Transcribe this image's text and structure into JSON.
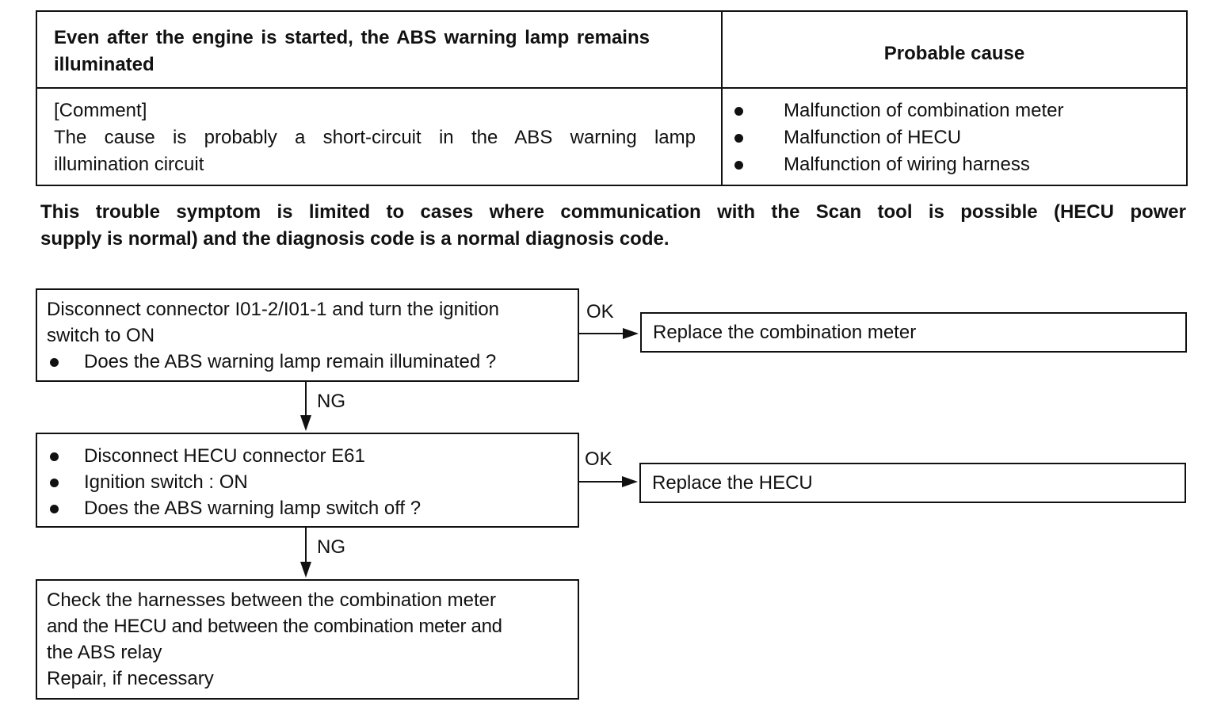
{
  "table": {
    "header_symptom": "Even after the engine is started, the ABS warning lamp remains illuminated",
    "header_cause": "Probable cause",
    "comment_label": "[Comment]",
    "comment_text_line1": "The cause is probably a short-circuit in the ABS warning lamp",
    "comment_text_line2": "illumination circuit",
    "causes": [
      "Malfunction of combination meter",
      "Malfunction of HECU",
      "Malfunction of wiring harness"
    ]
  },
  "note": {
    "line1": "This trouble symptom is limited to cases where communication with the Scan tool is possible (HECU power",
    "line2": "supply is normal) and the diagnosis code is a normal diagnosis code."
  },
  "flow": {
    "step1": {
      "line1": "Disconnect connector I01-2/I01-1 and turn the ignition",
      "line2": "switch to ON",
      "bullet": "Does the ABS warning lamp remain illuminated ?"
    },
    "step1_ok_label": "OK",
    "step1_ok_result": "Replace the combination meter",
    "step1_ng_label": "NG",
    "step2": {
      "bullets": [
        "Disconnect HECU connector E61",
        "Ignition switch : ON",
        "Does the ABS warning lamp switch off ?"
      ]
    },
    "step2_ok_label": "OK",
    "step2_ok_result": "Replace the HECU",
    "step2_ng_label": "NG",
    "step3": {
      "line1": "Check the harnesses between the combination meter",
      "line2": "and the HECU and between the combination meter and",
      "line3": "the ABS relay",
      "line4": "Repair, if necessary"
    }
  }
}
